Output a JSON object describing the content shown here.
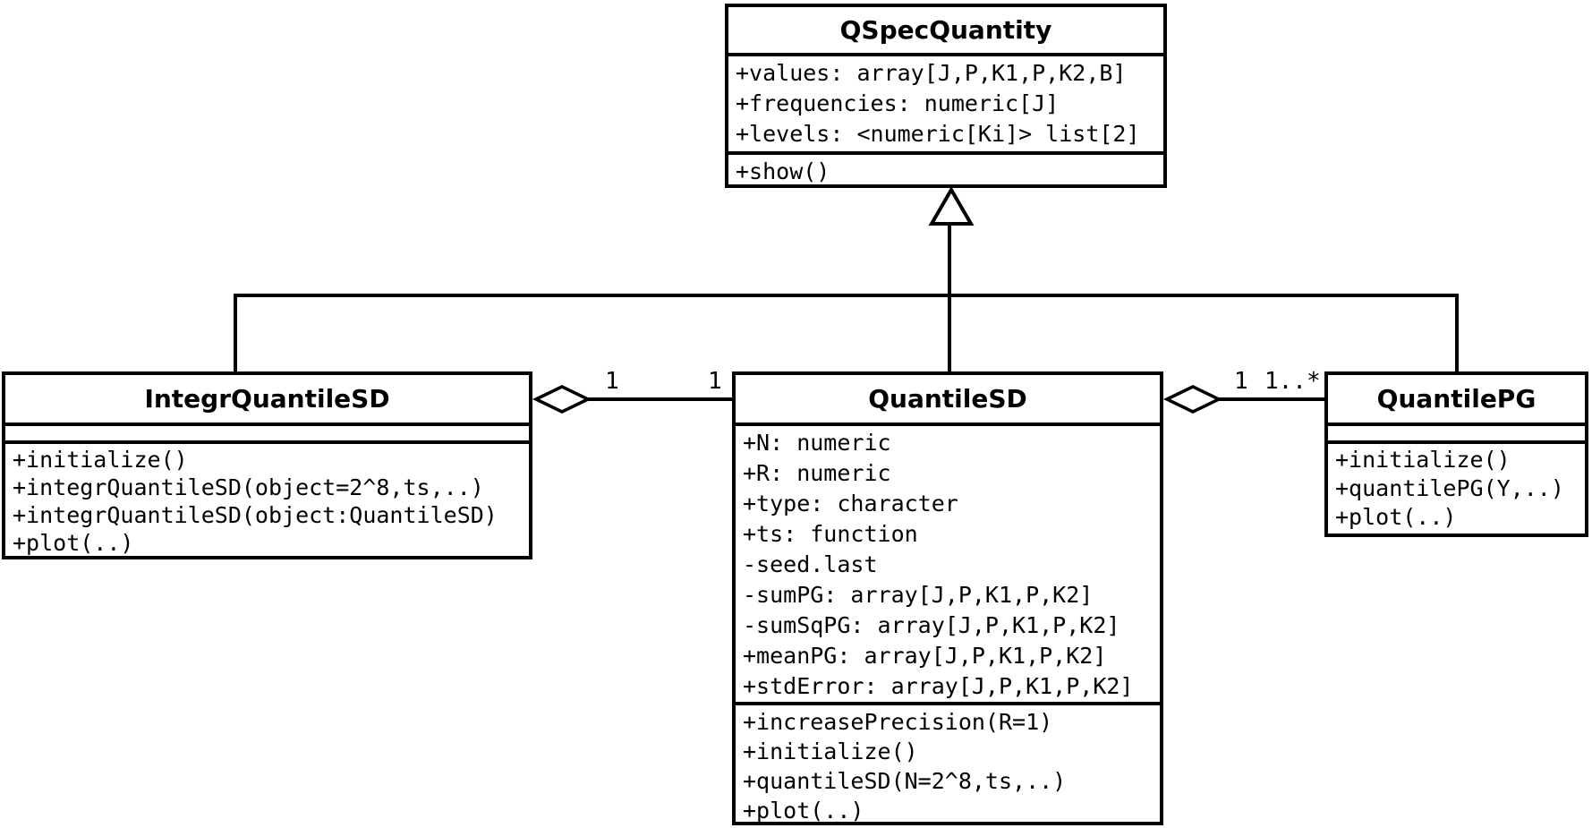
{
  "diagram": {
    "kind": "uml-class-diagram",
    "background_color": "#ffffff",
    "line_color": "#000000",
    "box_fill_color": "#ffffff"
  },
  "classes": {
    "qspec": {
      "name": "QSpecQuantity",
      "attributes": [
        "+values: array[J,P,K1,P,K2,B]",
        "+frequencies: numeric[J]",
        "+levels: <numeric[Ki]> list[2]"
      ],
      "methods": [
        "+show()"
      ]
    },
    "integr": {
      "name": "IntegrQuantileSD",
      "attributes": [],
      "methods": [
        "+initialize()",
        "+integrQuantileSD(object=2^8,ts,..)",
        "+integrQuantileSD(object:QuantileSD)",
        "+plot(..)"
      ]
    },
    "qsd": {
      "name": "QuantileSD",
      "attributes": [
        "+N: numeric",
        "+R: numeric",
        "+type: character",
        "+ts: function",
        "-seed.last",
        "-sumPG: array[J,P,K1,P,K2]",
        "-sumSqPG: array[J,P,K1,P,K2]",
        "+meanPG: array[J,P,K1,P,K2]",
        "+stdError: array[J,P,K1,P,K2]"
      ],
      "methods": [
        "+increasePrecision(R=1)",
        "+initialize()",
        "+quantileSD(N=2^8,ts,..)",
        "+plot(..)"
      ]
    },
    "qpg": {
      "name": "QuantilePG",
      "attributes": [],
      "methods": [
        "+initialize()",
        "+quantilePG(Y,..)",
        "+plot(..)"
      ]
    }
  },
  "relationships": {
    "generalization": {
      "type": "generalization",
      "parent": "QSpecQuantity",
      "children": [
        "IntegrQuantileSD",
        "QuantileSD",
        "QuantilePG"
      ]
    },
    "aggregation_integr_qsd": {
      "type": "aggregation",
      "whole": "IntegrQuantileSD",
      "part": "QuantileSD",
      "whole_multiplicity": "1",
      "part_multiplicity": "1"
    },
    "aggregation_qsd_qpg": {
      "type": "aggregation",
      "whole": "QuantileSD",
      "part": "QuantilePG",
      "whole_multiplicity": "1",
      "part_multiplicity": "1..*"
    }
  }
}
